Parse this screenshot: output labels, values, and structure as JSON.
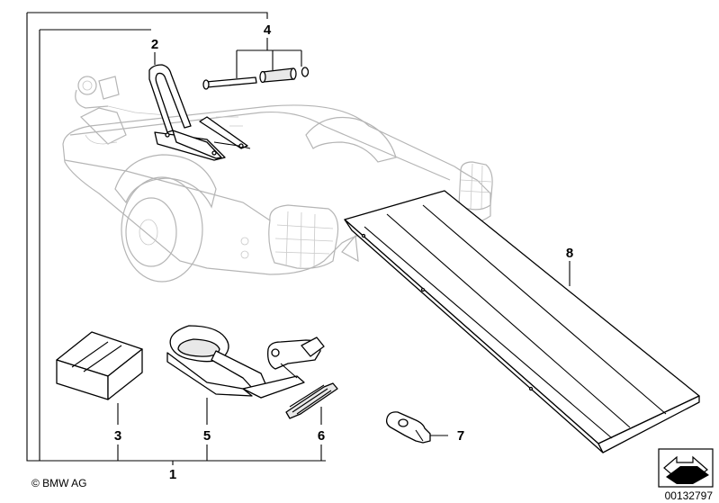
{
  "copyright": "© BMW AG",
  "diagram_number": "00132797",
  "callouts": {
    "c1": "1",
    "c2": "2",
    "c3": "3",
    "c4": "4",
    "c5": "5",
    "c6": "6",
    "c7": "7",
    "c8": "8"
  },
  "icons": {
    "nav": "arrow-icon"
  }
}
